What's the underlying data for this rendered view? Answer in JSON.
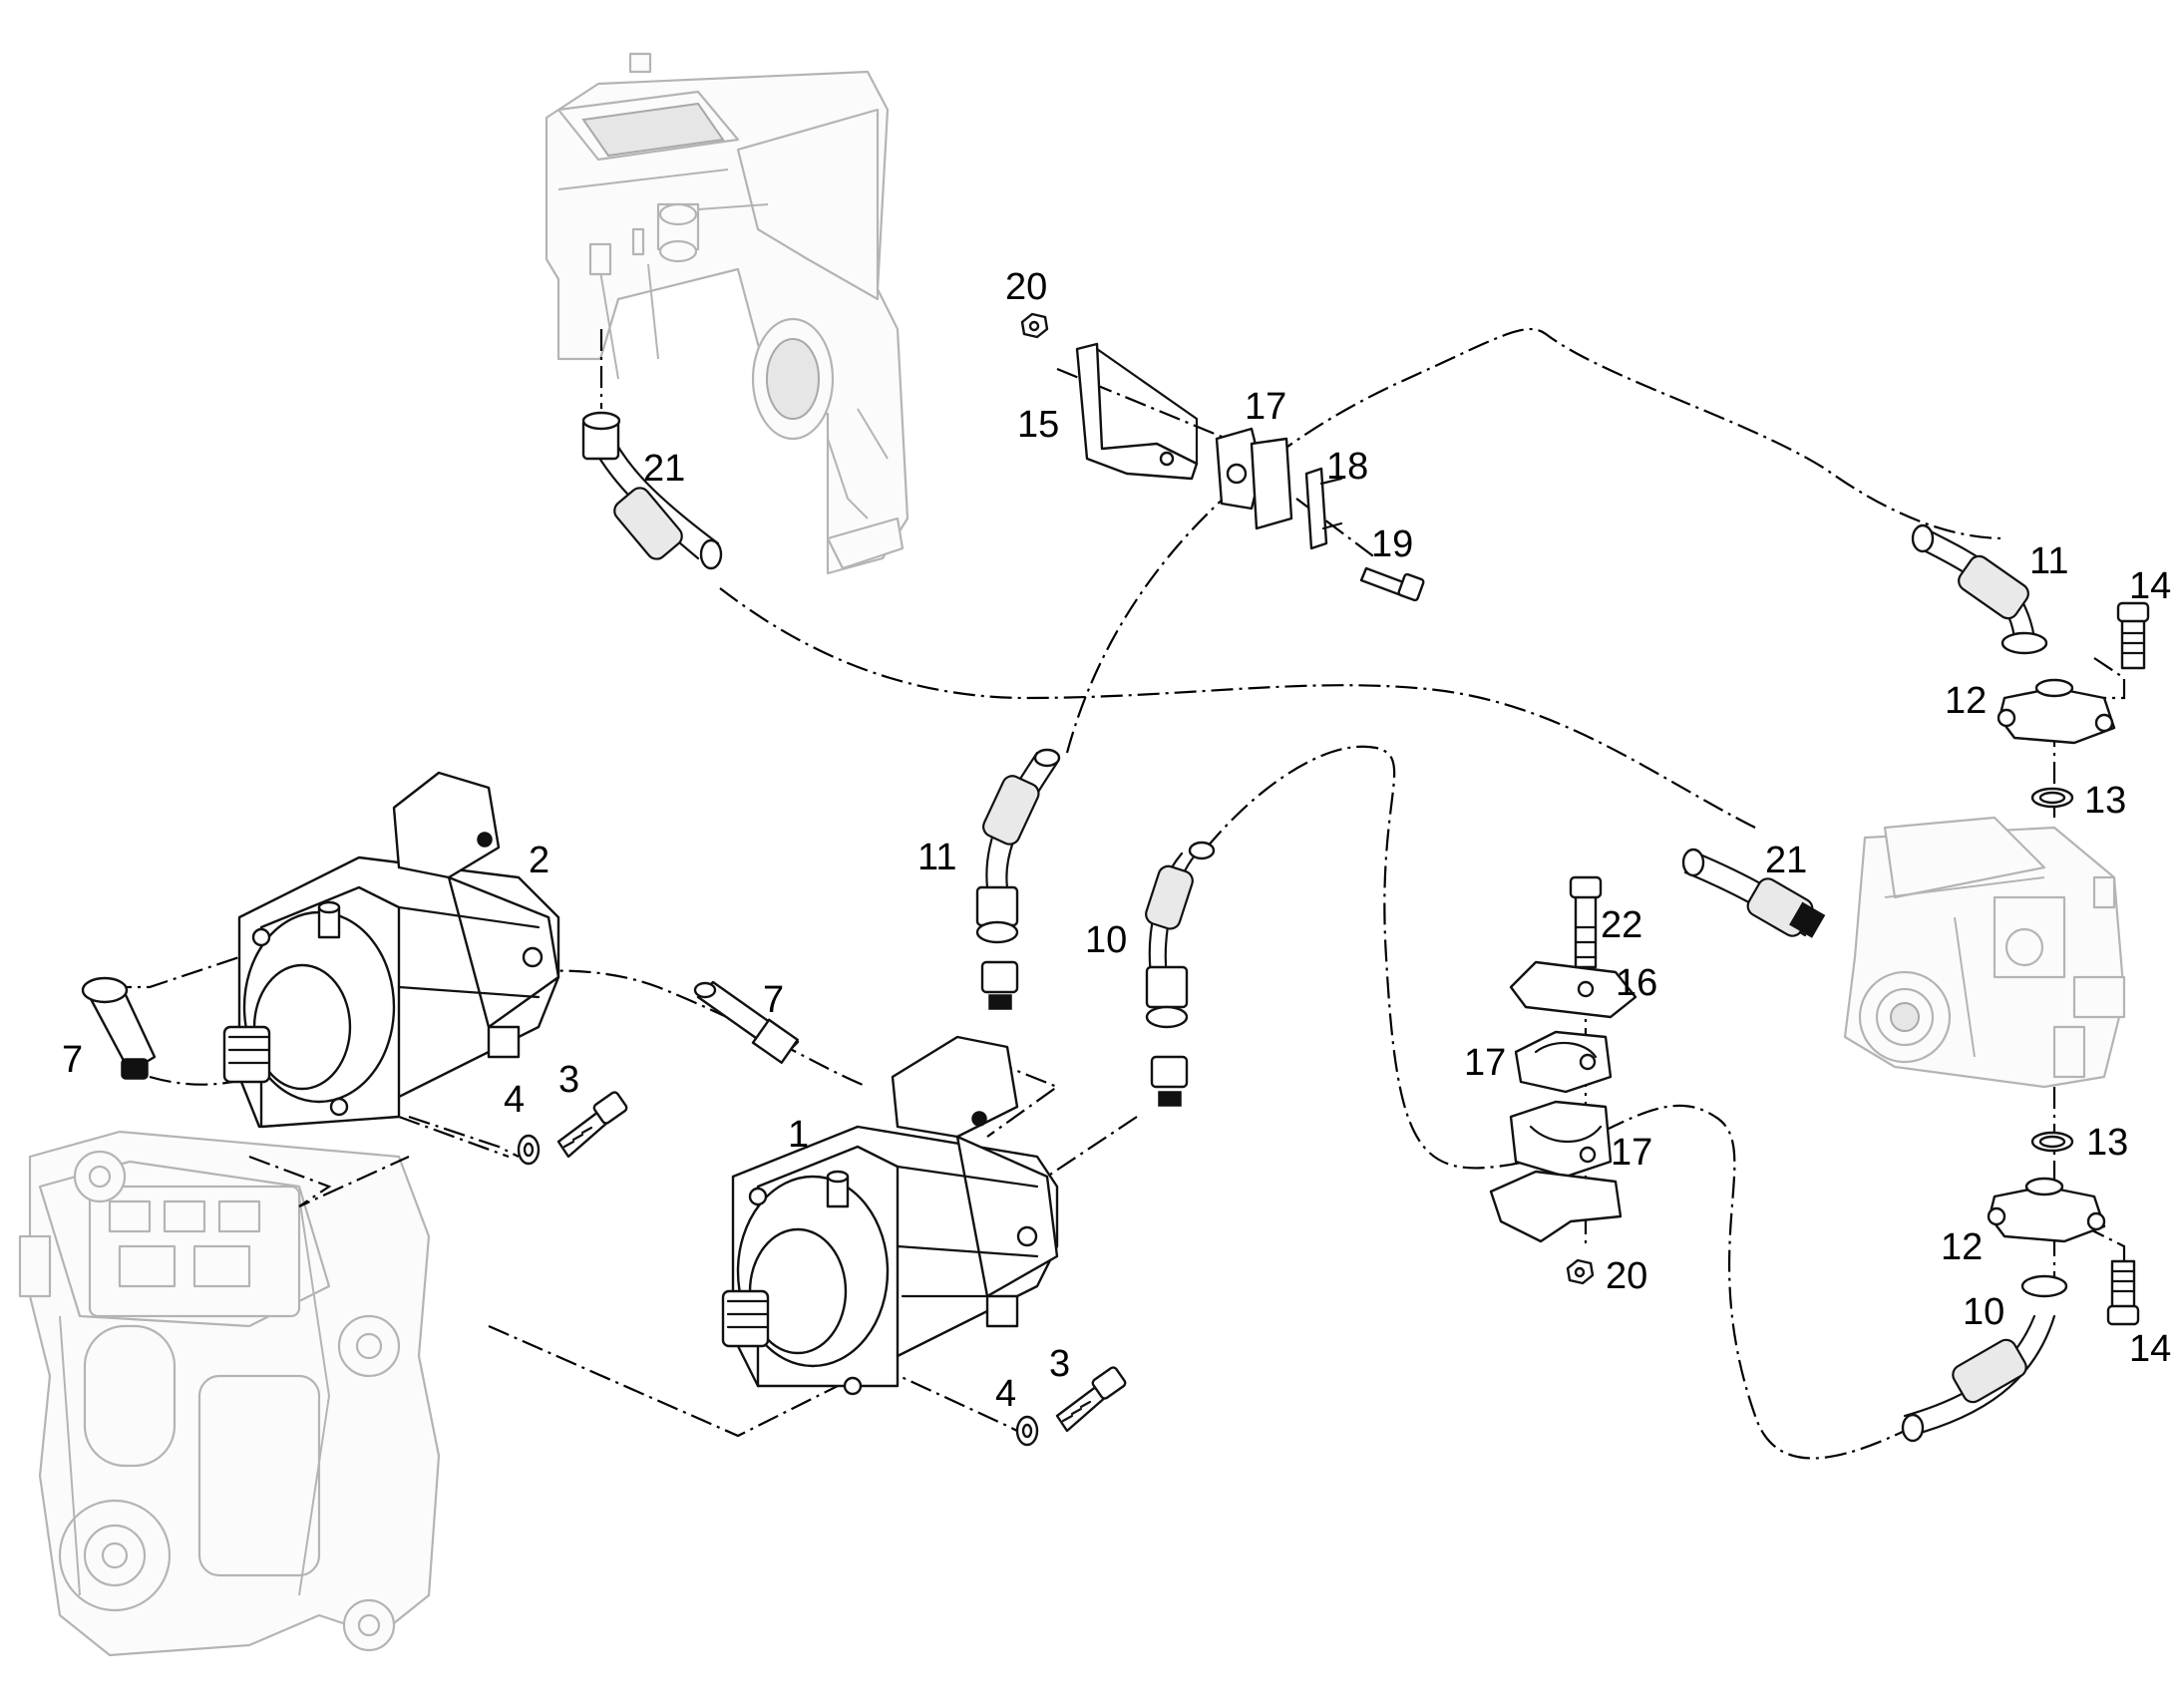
{
  "diagram": {
    "callouts": [
      {
        "id": "c-1",
        "text": "1"
      },
      {
        "id": "c-2",
        "text": "2"
      },
      {
        "id": "c-3a",
        "text": "3"
      },
      {
        "id": "c-3b",
        "text": "3"
      },
      {
        "id": "c-4a",
        "text": "4"
      },
      {
        "id": "c-4b",
        "text": "4"
      },
      {
        "id": "c-7a",
        "text": "7"
      },
      {
        "id": "c-7b",
        "text": "7"
      },
      {
        "id": "c-10a",
        "text": "10"
      },
      {
        "id": "c-10b",
        "text": "10"
      },
      {
        "id": "c-11a",
        "text": "11"
      },
      {
        "id": "c-11b",
        "text": "11"
      },
      {
        "id": "c-12a",
        "text": "12"
      },
      {
        "id": "c-12b",
        "text": "12"
      },
      {
        "id": "c-13a",
        "text": "13"
      },
      {
        "id": "c-13b",
        "text": "13"
      },
      {
        "id": "c-14a",
        "text": "14"
      },
      {
        "id": "c-14b",
        "text": "14"
      },
      {
        "id": "c-15",
        "text": "15"
      },
      {
        "id": "c-16",
        "text": "16"
      },
      {
        "id": "c-17a",
        "text": "17"
      },
      {
        "id": "c-17b",
        "text": "17"
      },
      {
        "id": "c-17c",
        "text": "17"
      },
      {
        "id": "c-18",
        "text": "18"
      },
      {
        "id": "c-19",
        "text": "19"
      },
      {
        "id": "c-20a",
        "text": "20"
      },
      {
        "id": "c-20b",
        "text": "20"
      },
      {
        "id": "c-21a",
        "text": "21"
      },
      {
        "id": "c-21b",
        "text": "21"
      },
      {
        "id": "c-22",
        "text": "22"
      }
    ]
  }
}
